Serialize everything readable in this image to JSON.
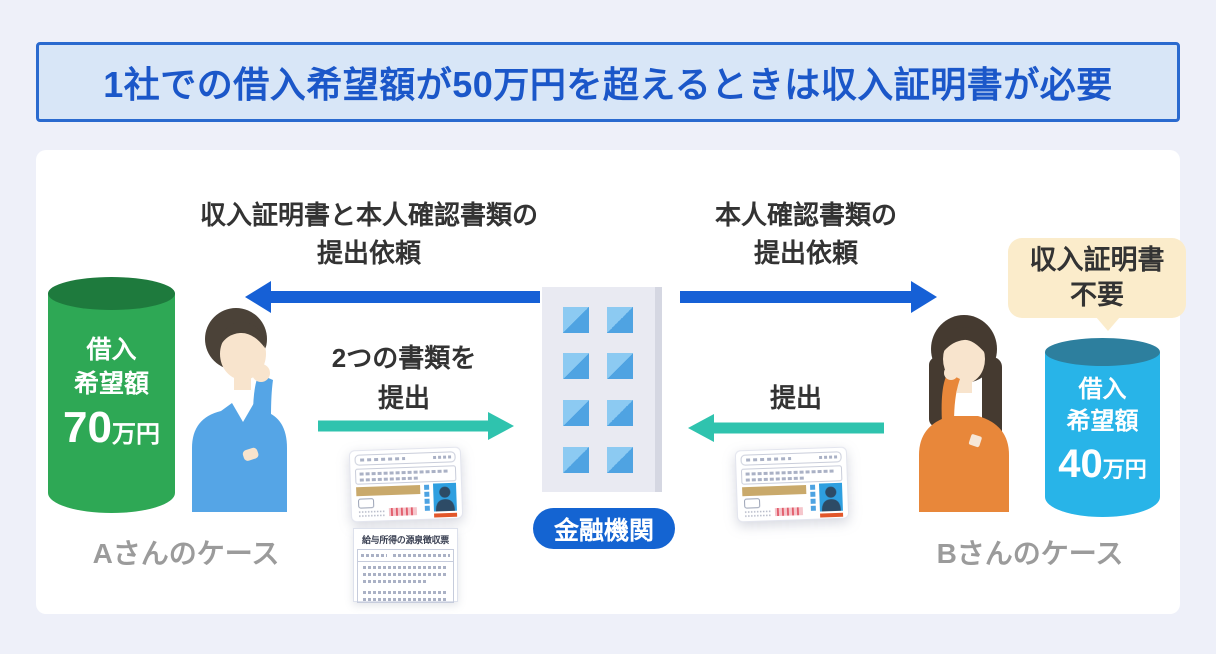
{
  "banner": {
    "title": "1社での借入希望額が50万円を超えるときは収入証明書が必要"
  },
  "institution": {
    "label": "金融機関"
  },
  "case_a": {
    "label": "Aさんのケース",
    "request": {
      "line1": "収入証明書と本人確認書類の",
      "line2": "提出依頼"
    },
    "submit": {
      "line1": "2つの書類を",
      "line2": "提出"
    },
    "cylinder": {
      "line1": "借入",
      "line2": "希望額",
      "amount": "70",
      "unit": "万円"
    },
    "tax_doc_title": "給与所得の源泉徴収票"
  },
  "case_b": {
    "label": "Bさんのケース",
    "request": {
      "line1": "本人確認書類の",
      "line2": "提出依頼"
    },
    "submit": {
      "label": "提出"
    },
    "bubble": {
      "line1": "収入証明書",
      "line2": "不要"
    },
    "cylinder": {
      "line1": "借入",
      "line2": "希望額",
      "amount": "40",
      "unit": "万円"
    }
  },
  "colors": {
    "page_bg": "#eef0f9",
    "banner_bg": "#d8e6f7",
    "banner_border": "#2a6acf",
    "banner_text": "#1b57c9",
    "request_arrow_blue": "#1660d6",
    "submit_arrow_teal": "#2fc3ae",
    "cylinder_a_green": "#2ea855",
    "cylinder_b_blue": "#28b4e8",
    "bubble_bg": "#fbeccb",
    "institution_pill_blue": "#1464d2",
    "case_label_gray": "#9b9b9b"
  }
}
